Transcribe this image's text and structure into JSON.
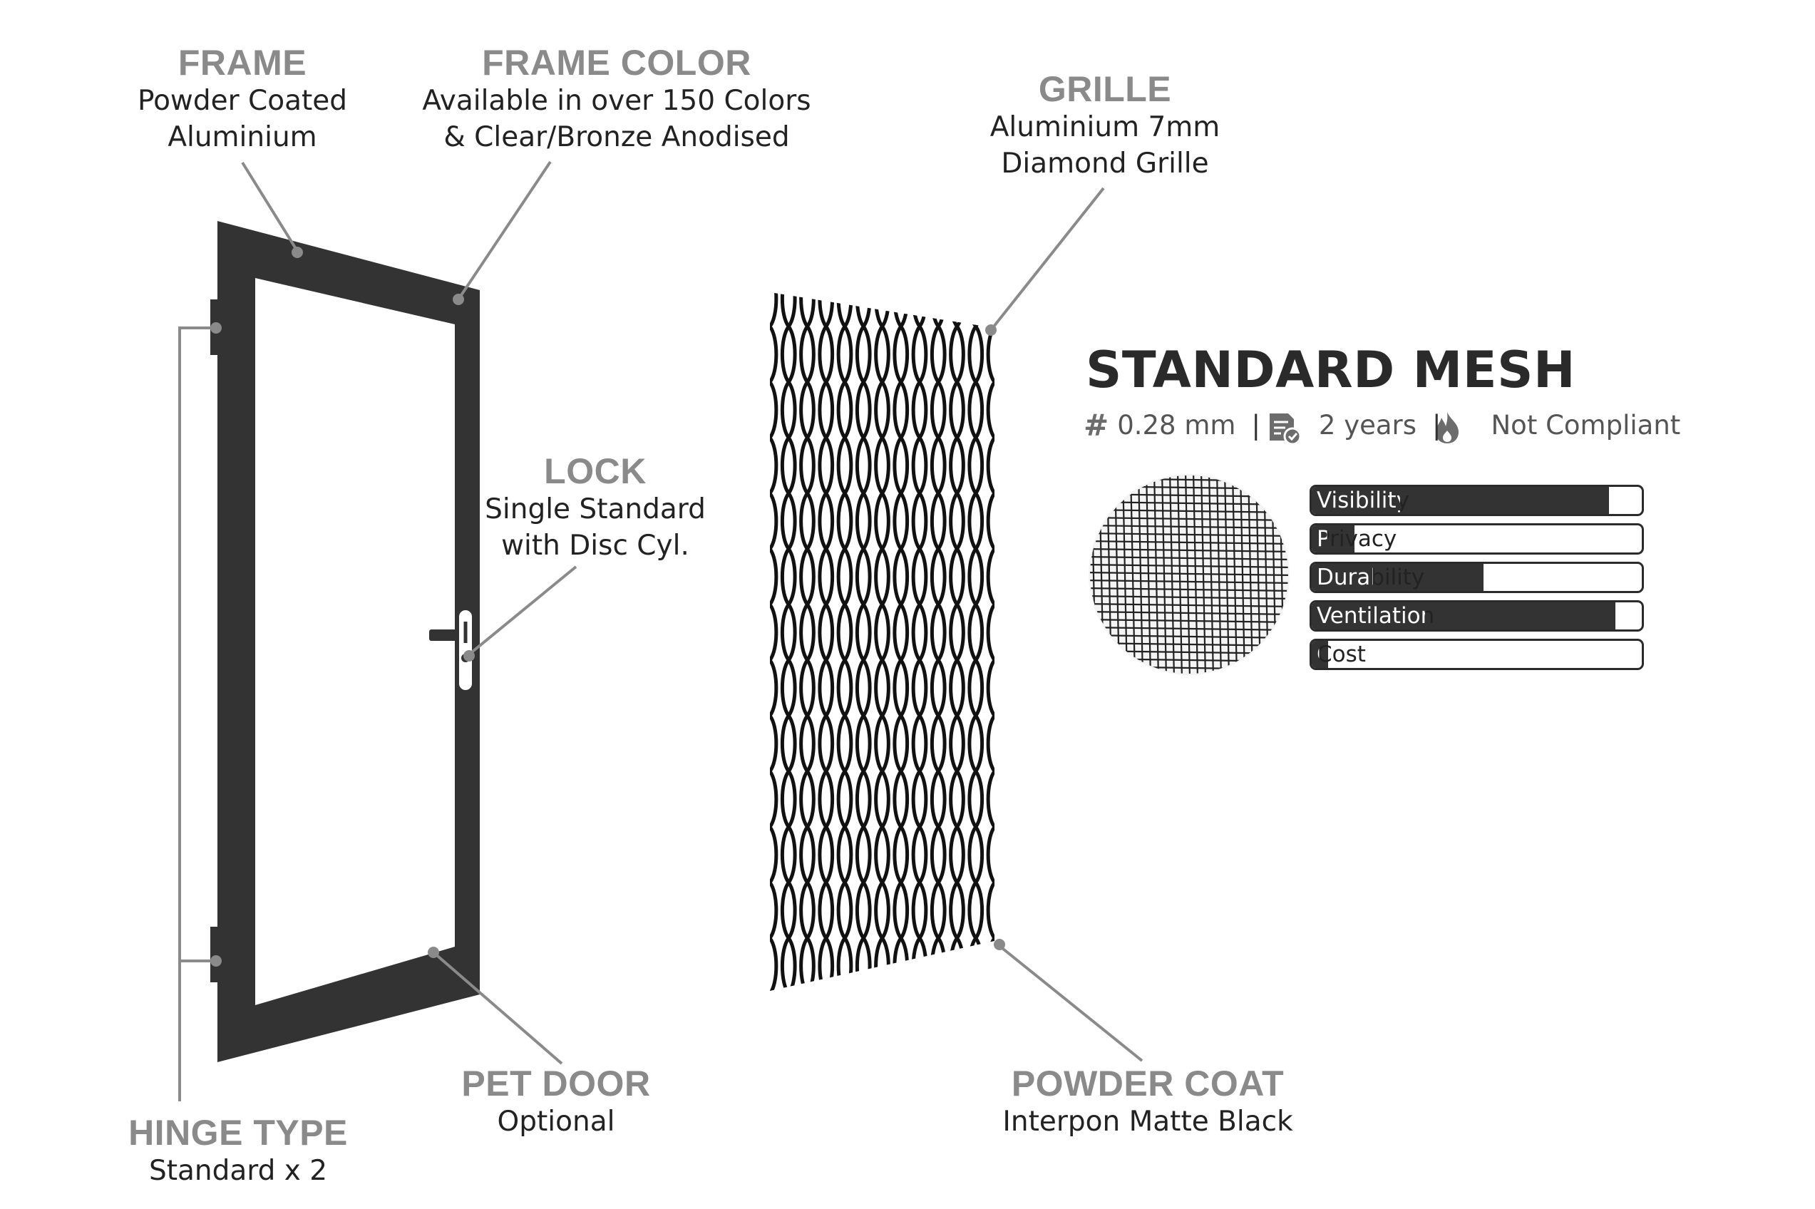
{
  "callouts": {
    "frame": {
      "title": "FRAME",
      "lines": [
        "Powder Coated",
        "Aluminium"
      ]
    },
    "frame_color": {
      "title": "FRAME COLOR",
      "lines": [
        "Available in over 150 Colors",
        "& Clear/Bronze Anodised"
      ]
    },
    "grille": {
      "title": "GRILLE",
      "lines": [
        "Aluminium 7mm",
        "Diamond Grille"
      ]
    },
    "lock": {
      "title": "LOCK",
      "lines": [
        "Single Standard",
        "with Disc Cyl."
      ]
    },
    "pet_door": {
      "title": "PET DOOR",
      "lines": [
        "Optional"
      ]
    },
    "powder_coat": {
      "title": "POWDER COAT",
      "lines": [
        "Interpon Matte Black"
      ]
    },
    "hinge_type": {
      "title": "HINGE TYPE",
      "lines": [
        "Standard x 2"
      ]
    }
  },
  "mesh": {
    "title": "STANDARD MESH",
    "specs": {
      "thickness": "0.28 mm",
      "warranty": "2 years",
      "compliance": "Not Compliant",
      "separator": "|"
    },
    "ratings": [
      {
        "label": "Visibility",
        "level": 0.9
      },
      {
        "label": "Privacy",
        "level": 0.13
      },
      {
        "label": "Durability",
        "level": 0.52
      },
      {
        "label": "Ventilation",
        "level": 0.92
      },
      {
        "label": "Cost",
        "level": 0.05
      }
    ],
    "icons": [
      "hash-icon",
      "certificate-icon",
      "flame-icon"
    ]
  },
  "colors": {
    "frame": "#333333",
    "title_gray": "#8a8a8a",
    "leader_gray": "#8a8a8a",
    "text": "#222222"
  }
}
